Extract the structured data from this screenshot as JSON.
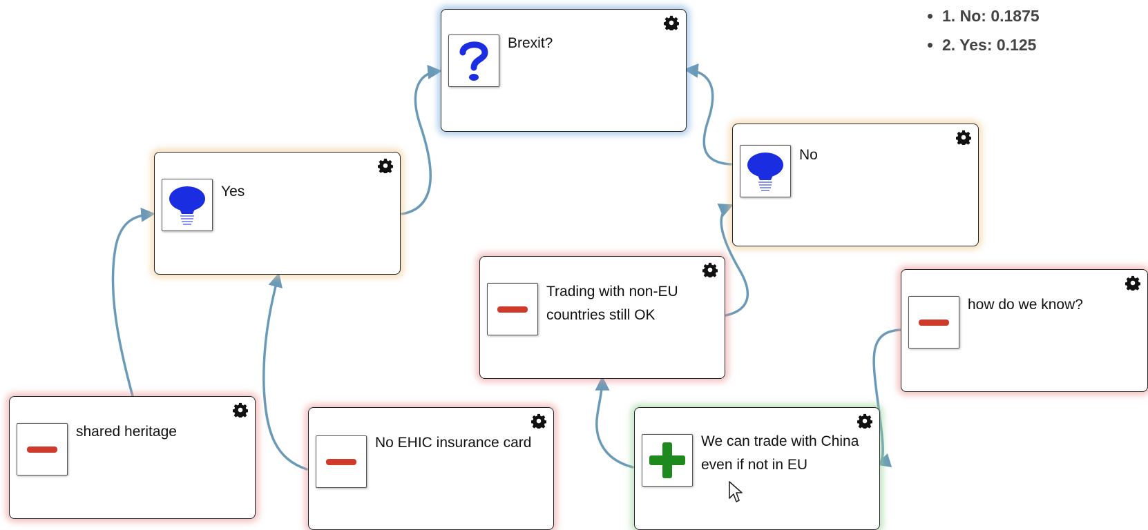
{
  "scores": [
    {
      "rank": "1.",
      "label": "No",
      "value": "0.1875"
    },
    {
      "rank": "2.",
      "label": "Yes",
      "value": "0.125"
    }
  ],
  "nodes": {
    "brexit": {
      "label": "Brexit?",
      "icon": "question-icon",
      "type": "issue"
    },
    "yes": {
      "label": "Yes",
      "icon": "lightbulb-icon",
      "type": "position"
    },
    "no": {
      "label": "No",
      "icon": "lightbulb-icon",
      "type": "position"
    },
    "shared_heritage": {
      "label": "shared heritage",
      "icon": "minus-icon",
      "type": "con"
    },
    "no_ehic": {
      "label": "No EHIC insurance card",
      "icon": "minus-icon",
      "type": "con"
    },
    "trading": {
      "label": "Trading with non-EU countries still OK",
      "icon": "minus-icon",
      "type": "con"
    },
    "china": {
      "label": "We can trade with China even if not in EU",
      "icon": "plus-icon",
      "type": "pro"
    },
    "how_know": {
      "label": "how do we know?",
      "icon": "minus-icon",
      "type": "con"
    }
  },
  "colors": {
    "edge": "#6a9ab8",
    "question": "#1a2de0",
    "bulb": "#1a2de0",
    "minus": "#cf3a2a",
    "plus": "#1e8a1e"
  }
}
